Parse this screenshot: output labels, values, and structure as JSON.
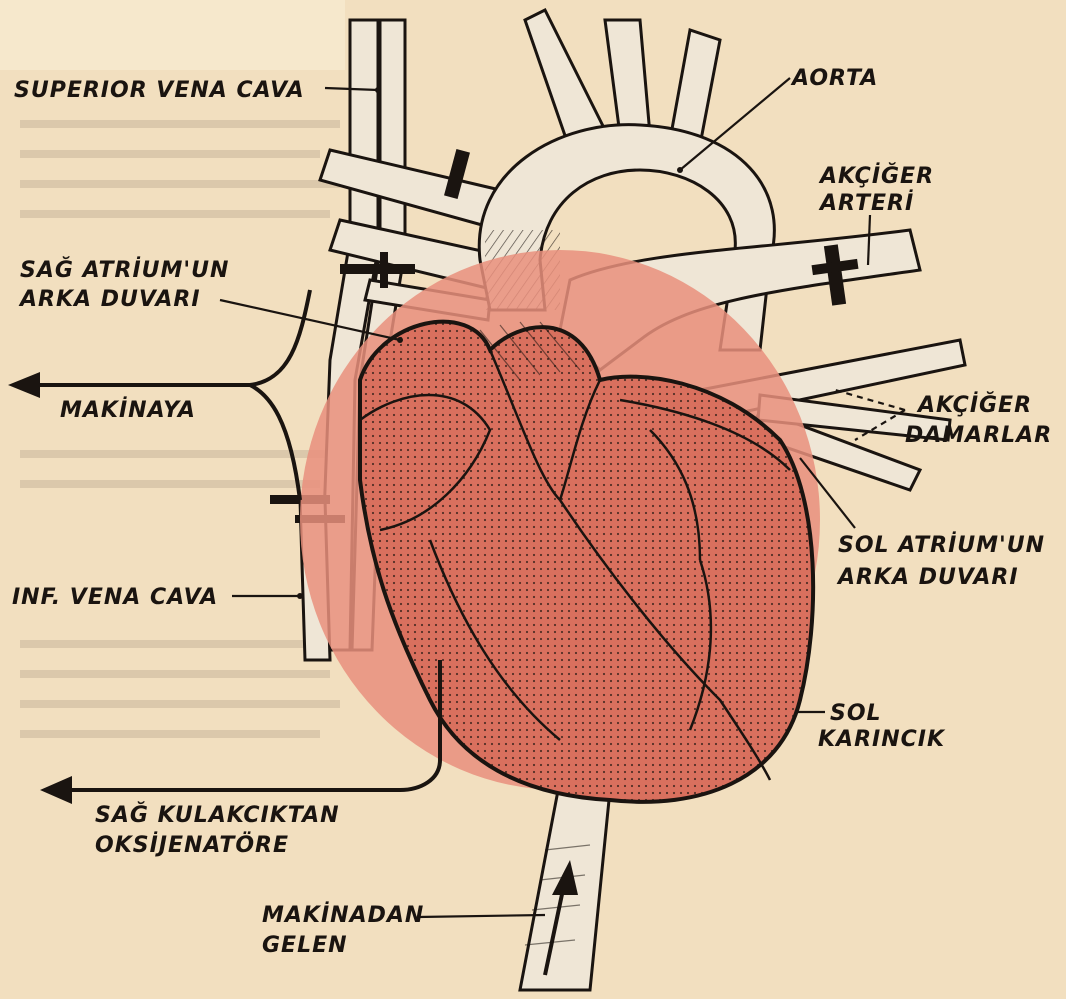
{
  "labels": {
    "superior_vena_cava": "SUPERIOR VENA CAVA",
    "aorta": "AORTA",
    "akciger_arteri_1": "AKÇİĞER",
    "akciger_arteri_2": "ARTERİ",
    "sag_atrium_1": "SAĞ ATRİUM'UN",
    "sag_atrium_2": "ARKA DUVARI",
    "makinaya": "MAKİNAYA",
    "akciger_damarlar_1": "AKÇİĞER",
    "akciger_damarlar_2": "DAMARLAR",
    "sol_atrium_1": "SOL ATRİUM'UN",
    "sol_atrium_2": "ARKA DUVARI",
    "inf_vena_cava": "INF. VENA CAVA",
    "sol_karincik_1": "SOL",
    "sol_karincik_2": "KARINCIK",
    "sag_kulakciktan_1": "SAĞ KULAKCIKTAN",
    "sag_kulakciktan_2": "OKSİJENATÖRE",
    "makinadan_1": "MAKİNADAN",
    "makinadan_2": "GELEN"
  },
  "colors": {
    "paper": "#f2dfbf",
    "heart": "#d9705e",
    "ink": "#1a1410"
  }
}
